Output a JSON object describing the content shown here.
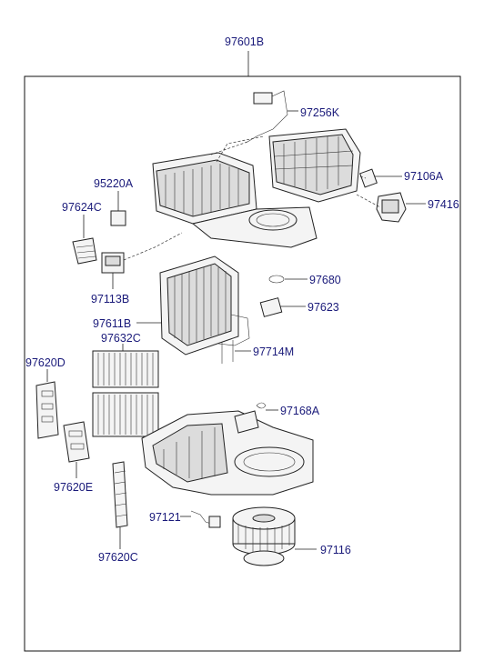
{
  "assembly": {
    "number": "97601B"
  },
  "parts": [
    {
      "key": "p97256K",
      "number": "97256K"
    },
    {
      "key": "p97106A",
      "number": "97106A"
    },
    {
      "key": "p97416",
      "number": "97416"
    },
    {
      "key": "p95220A",
      "number": "95220A"
    },
    {
      "key": "p97624C",
      "number": "97624C"
    },
    {
      "key": "p97113B",
      "number": "97113B"
    },
    {
      "key": "p97680",
      "number": "97680"
    },
    {
      "key": "p97623",
      "number": "97623"
    },
    {
      "key": "p97611B",
      "number": "97611B"
    },
    {
      "key": "p97632C",
      "number": "97632C"
    },
    {
      "key": "p97714M",
      "number": "97714M"
    },
    {
      "key": "p97620D",
      "number": "97620D"
    },
    {
      "key": "p97168A",
      "number": "97168A"
    },
    {
      "key": "p97620E",
      "number": "97620E"
    },
    {
      "key": "p97121",
      "number": "97121"
    },
    {
      "key": "p97116",
      "number": "97116"
    },
    {
      "key": "p97620C",
      "number": "97620C"
    }
  ]
}
